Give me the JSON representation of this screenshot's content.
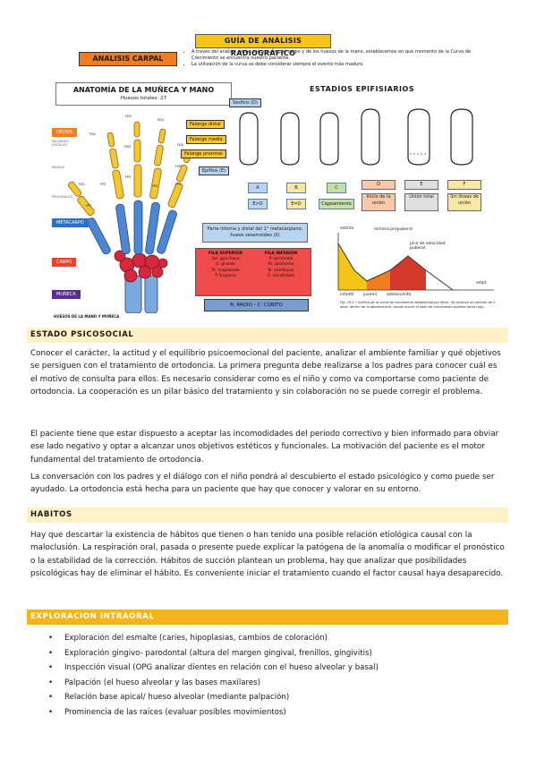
{
  "figure": {
    "guide_title": "GUÍA DE ANÁLISIS RADIOGRÁFICO",
    "carpal_title": "ANALISIS CARPAL",
    "guide_bullets": [
      "A través del análisis de las estructuras del carpo y de los huesos de la mano, establecemos en qué momento de la Curva de Crecimiento se encuentra nuestro paciente.",
      "La utilización de la curva se debe considerar siempre el evento más maduro."
    ],
    "anatomy_title": "ANATOMÍA DE LA MUÑECA Y MANO",
    "anatomy_subtitle": "Huesos totales: 27",
    "epiphysial_title": "ESTADÍOS EPIFISIARIOS",
    "bone_labels": [
      "DEDOS",
      "FALANGES DISTALES",
      "MEDIAS",
      "PROXIMALES",
      "METACARPO",
      "CARPO",
      "MUÑECA"
    ],
    "phalanx_labels": [
      "Falange distal",
      "Falange media",
      "Falange proximal",
      "Sesfisis (D)",
      "Epífisis (E)"
    ],
    "finger_codes": [
      "FD2",
      "FD3",
      "FD4",
      "FD5",
      "FM3",
      "FM5",
      "FP3",
      "FP2",
      "FP5",
      "FP4",
      "FD1",
      "FP1"
    ],
    "epi_small": [
      "A",
      "B",
      "C",
      "E>D",
      "E=D",
      "Capeamiento"
    ],
    "epi_stages": [
      {
        "letter": "D",
        "label": "Inicio de la unión"
      },
      {
        "letter": "E",
        "label": "Unión total"
      },
      {
        "letter": "F",
        "label": "Sin líneas de unión"
      }
    ],
    "parte_box": "Parte interna y distal del 1° metacarpiano: hueso sesamoideo (S)",
    "fila_superior_title": "FILA SUPERIOR",
    "fila_superior": [
      "Ge: ganchoso",
      "G: grande",
      "Te: trapezoide",
      "T: trapecio"
    ],
    "fila_inferior_title": "FILA INFERIOR",
    "fila_inferior": [
      "P: piramidal",
      "Ps: pisiforme",
      "Sl: semilunar",
      "E: escafoides"
    ],
    "radio_label": "R: RADIO - C: CÚBITO",
    "hand_caption": "HUESOS DE LA MANO Y MUÑECA",
    "curve_labels": [
      "estirón",
      "mínima prepuberal",
      "pico de velocidad puberal",
      "edad",
      "infantil",
      "juvenil",
      "adolescente"
    ],
    "curve_caption": "Fig. 19.1 • Gráfica de la curva de crecimiento establecida por Bjork. Se observa un periodo de 2 años, dentro de la adolescencia, donde ocurre el salto de crecimiento puberal (área roja)."
  },
  "sections": [
    {
      "heading": "ESTADO PSICOSOCIAL",
      "paragraphs": [
        "Conocer el carácter, la actitud y el equilibrio psicoemocional del paciente, analizar el ambiente familiar y qué objetivos se persiguen con el tratamiento de ortodoncia. La primera pregunta debe realizarse a los padres para conocer cuál es el motivo de consulta para ellos. Es necesario considerar como es el niño y como va comportarse como paciente de ortodoncia. La cooperación es un pilar básico del tratamiento y sin colaboración no se puede corregir el problema.",
        "El paciente tiene que estar dispuesto a aceptar las incomodidades del periodo correctivo y bien informado para obviar ese lado negativo y optar a alcanzar unos objetivos estéticos y funcionales. La motivación del paciente es el motor fundamental del tratamiento de ortodoncia.",
        "La conversación con los padres y el diálogo con el niño pondrá al descubierto el estado psicológico y como puede ser ayudado. La ortodoncia está hecha para un paciente que hay que conocer y valorar en su entorno."
      ]
    },
    {
      "heading": "HABITOS",
      "paragraphs": [
        "Hay que descartar la existencia de hábitos que tienen o han tenido una posible relación etiológica causal con la maloclusión. La respiración oral, pasada o presente puede explicar la patógena de la anomalía o modificar el pronóstico o la estabilidad de la corrección. Hábitos de succión plantean un problema, hay que analizar que posibilidades psicológicas hay de eliminar el hábito. Es conveniente iniciar el tratamiento cuando el factor causal haya desaparecido."
      ]
    },
    {
      "heading": "EXPLORACION INTRAORAL",
      "bullets": [
        "Exploración del esmalte (caries, hipoplasias, cambios de coloración)",
        "Exploración gingivo- parodontal (altura del margen gingival, frenillos, gingivitis)",
        "Inspección visual (OPG analizar dientes en relación con el hueso alveolar y basal)",
        "Palpación (el hueso alveolar y las bases maxilares)",
        "Relación base apical/ hueso alveolar (mediante palpación)",
        "Prominencia de las raíces (evaluar posibles movimientos)"
      ]
    }
  ],
  "colors": {
    "section_bg": "#fff1c8",
    "section_accent": "#f5b31c",
    "carpal": "#f07e1e",
    "guide": "#f5c518",
    "fila": "#f04b4b",
    "radio": "#7b9bd1",
    "dedos": "#f07e1e",
    "metacarpo": "#2e6fc4",
    "carpo": "#e8432f",
    "muneca": "#5a2d91"
  }
}
